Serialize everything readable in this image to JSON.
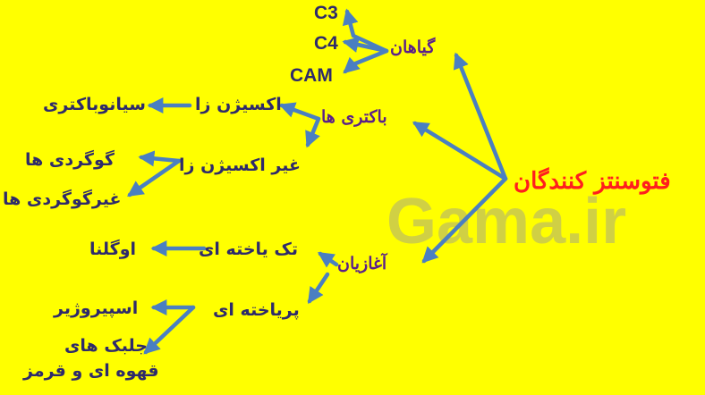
{
  "watermark": "Gama.ir",
  "root": "فتوسنتز کنندگان",
  "categories": {
    "plants": "گیاهان",
    "bacteria": "باکتری ها",
    "protists": "آغازیان"
  },
  "plants": {
    "c3": "C3",
    "c4": "C4",
    "cam": "CAM"
  },
  "bacteria": {
    "oxygenic": "اکسیژن زا",
    "cyanobacteria": "سیانوباکتری",
    "anoxygenic": "غیر اکسیژن زا",
    "sulfur": "گوگردی ها",
    "nonsulfur": "غیرگوگردی ها"
  },
  "protists": {
    "unicellular": "تک یاخته ای",
    "euglena": "اوگلنا",
    "multicellular": "پریاخته ای",
    "spirogyra": "اسپیروژیر",
    "algae_line1": "جلبک های",
    "algae_line2": "قهوه ای و قرمز"
  },
  "colors": {
    "background": "#ffff00",
    "arrow": "#4a7fc1",
    "root": "#ff1e1e",
    "category": "#5a1f8a",
    "text": "#2e2a6b"
  }
}
